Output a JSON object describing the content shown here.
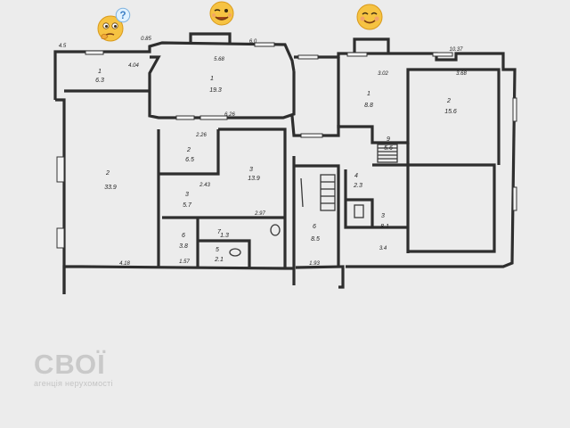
{
  "plan": {
    "rooms": [
      {
        "id": "r1a",
        "num": "1",
        "area": "6.3"
      },
      {
        "id": "r2a",
        "num": "2",
        "area": "33.9"
      },
      {
        "id": "r1b",
        "num": "1",
        "area": "19.3"
      },
      {
        "id": "r2b",
        "num": "2",
        "area": "6.5"
      },
      {
        "id": "r3b",
        "num": "3",
        "area": "5.7"
      },
      {
        "id": "r3c",
        "num": "3",
        "area": "13.9"
      },
      {
        "id": "r6a",
        "num": "6",
        "area": "3.8"
      },
      {
        "id": "r7a",
        "num": "7",
        "area": "1.3"
      },
      {
        "id": "r5a",
        "num": "5",
        "area": "2.1"
      },
      {
        "id": "r6b",
        "num": "6",
        "area": "8.5"
      },
      {
        "id": "r1c",
        "num": "1",
        "area": "8.8"
      },
      {
        "id": "r2c",
        "num": "2",
        "area": "15.6"
      },
      {
        "id": "r4c",
        "num": "4",
        "area": "2.3"
      },
      {
        "id": "r3d",
        "num": "3",
        "area": "8.1"
      },
      {
        "id": "r9a",
        "num": "9",
        "area": "5.6"
      }
    ],
    "dimensions": {
      "d_top_left": "4.04",
      "d_corner_tl": "4.5",
      "d_main_top": "5.68",
      "d_mid_top": "6.0",
      "d_center": "6.26",
      "d_tr_left": "3.02",
      "d_tr_right": "3.68",
      "d_tr_top": "10.37",
      "d_small_1": "2.26",
      "d_small_2": "2.43",
      "d_small_3": "2.97",
      "d_small_4": "1.57",
      "d_bottom_left": "4.18",
      "d_bottom_mid": "1.93",
      "d_bottom_right": "3.4",
      "d_corner_mid": "0.85"
    }
  },
  "watermark": {
    "brand": "СВОЇ",
    "sub": "агенція нерухомості"
  },
  "emojis": [
    {
      "id": "e1",
      "icon": "thinking-face-icon",
      "badge": "?"
    },
    {
      "id": "e2",
      "icon": "winking-face-icon"
    },
    {
      "id": "e3",
      "icon": "smiling-face-icon"
    }
  ],
  "colors": {
    "emoji_yellow": "#f6c342",
    "emoji_cheek": "#f29a72",
    "watermark": "#c9c9c9",
    "wall": "#2e2e2e",
    "paper": "#ececec"
  }
}
